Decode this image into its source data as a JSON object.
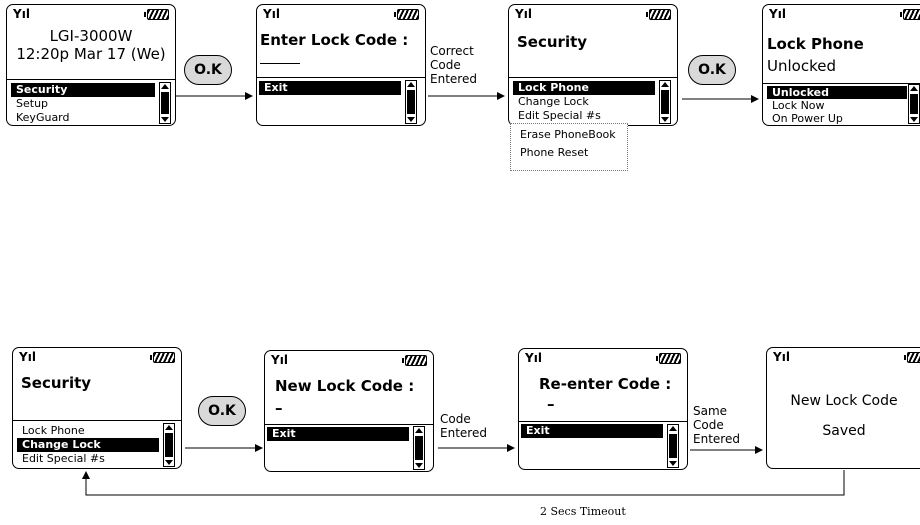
{
  "ok_label": "O.K",
  "row1": {
    "screen1": {
      "model": "LGI-3000W",
      "datetime": "12:20p Mar 17 (We)",
      "menu": [
        "Security",
        "Setup",
        "KeyGuard"
      ]
    },
    "screen2": {
      "title": "Enter Lock Code :",
      "menu": [
        "Exit"
      ]
    },
    "label_correct": [
      "Correct",
      "Code",
      "Entered"
    ],
    "screen3": {
      "title": "Security",
      "menu": [
        "Lock Phone",
        "Change Lock",
        "Edit Special #s"
      ],
      "popup": [
        "Erase PhoneBook",
        "Phone Reset"
      ]
    },
    "screen4": {
      "title": "Lock Phone",
      "subtitle": "Unlocked",
      "menu": [
        "Unlocked",
        "Lock Now",
        "On Power Up"
      ]
    }
  },
  "row2": {
    "screen5": {
      "title": "Security",
      "menu": [
        "Lock Phone",
        "Change Lock",
        "Edit Special #s"
      ]
    },
    "screen6": {
      "title": "New Lock Code :",
      "entry": "–",
      "menu": [
        "Exit"
      ]
    },
    "label_code": [
      "Code",
      "Entered"
    ],
    "screen7": {
      "title": "Re-enter Code :",
      "entry": "–",
      "menu": [
        "Exit"
      ]
    },
    "label_same": [
      "Same",
      "Code",
      "Entered"
    ],
    "screen8": {
      "line1": "New Lock Code",
      "line2": "Saved"
    },
    "timeout_label": "2 Secs Timeout"
  }
}
